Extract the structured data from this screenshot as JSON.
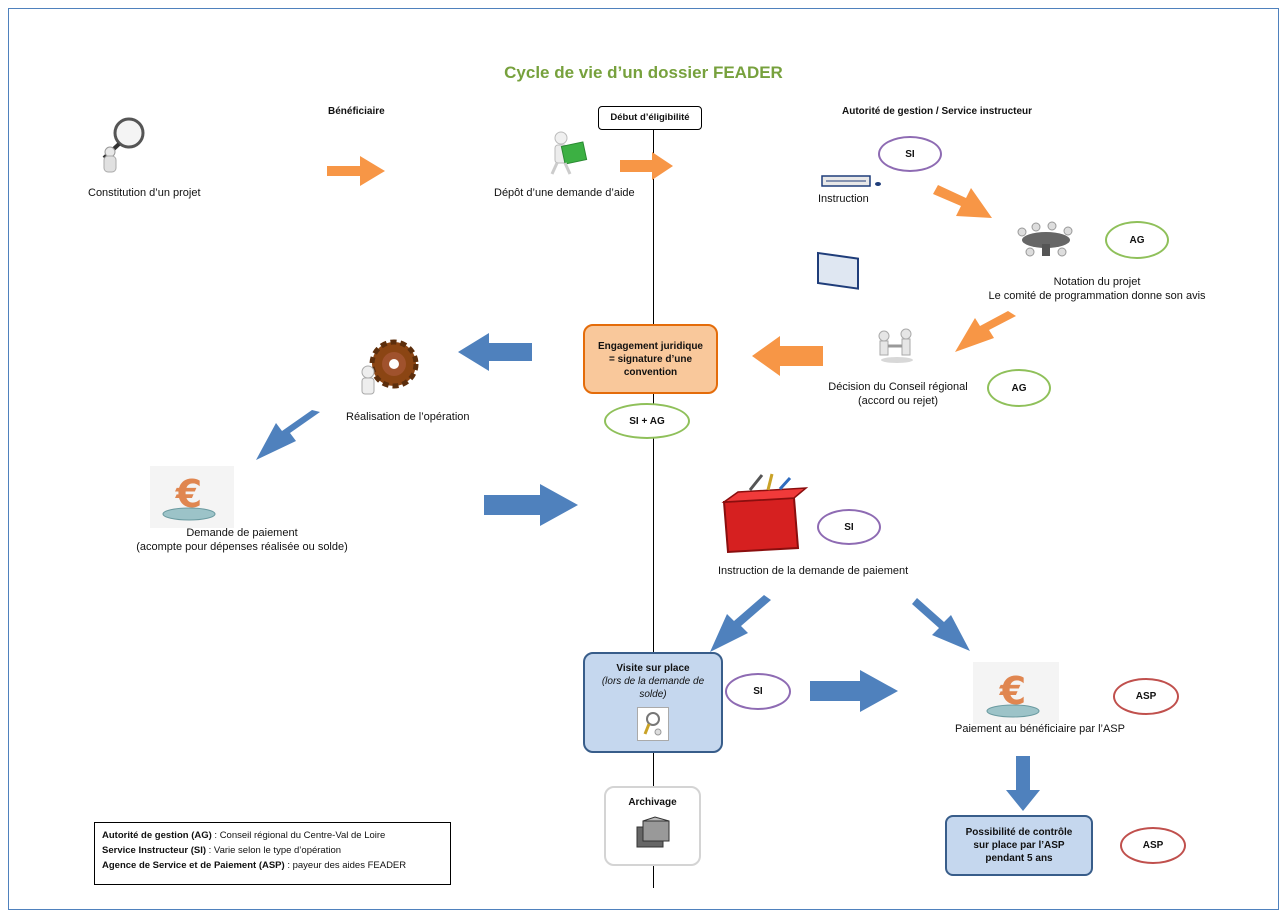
{
  "title": "Cycle de vie d’un dossier FEADER",
  "headers": {
    "beneficiaire": "Bénéficiaire",
    "autorite": "Autorité de gestion / Service instructeur",
    "debut": "Début d’éligibilité"
  },
  "steps": {
    "constitution": "Constitution d’un projet",
    "depot": "Dépôt d’une demande d’aide",
    "instruction": "Instruction",
    "notation_1": "Notation du projet",
    "notation_2": "Le comité de programmation donne son avis",
    "decision_1": "Décision du Conseil régional",
    "decision_2": "(accord ou rejet)",
    "engagement": "Engagement juridique = signature d’une convention",
    "realisation": "Réalisation de l’opération",
    "demande_paiement_1": "Demande de paiement",
    "demande_paiement_2": "(acompte pour dépenses réalisée ou solde)",
    "instruction_paiement": "Instruction de la demande de paiement",
    "visite_title": "Visite sur place",
    "visite_sub": "(lors de la demande de solde)",
    "paiement": "Paiement au bénéficiaire par l’ASP",
    "controle": "Possibilité de contrôle sur place par l’ASP pendant 5 ans",
    "archivage": "Archivage"
  },
  "badges": {
    "si_instruction": "SI",
    "ag_notation": "AG",
    "ag_decision": "AG",
    "si_ag_engagement": "SI + AG",
    "si_instruction_paiement": "SI",
    "si_visite": "SI",
    "asp_paiement": "ASP",
    "asp_controle": "ASP"
  },
  "legend": {
    "ag_term": "Autorité de gestion (AG)",
    "ag_def": " : Conseil régional du Centre-Val de Loire",
    "si_term": "Service Instructeur (SI)",
    "si_def": " : Varie selon le type d’opération",
    "asp_term": "Agence de Service et de Paiement (ASP)",
    "asp_def": " : payeur des aides FEADER"
  },
  "colors": {
    "title": "#77a13d",
    "orange_arrow": "#f79646",
    "blue_arrow": "#4f81bd",
    "engagement_fill": "#f9c89b",
    "engagement_border": "#e46c0a",
    "blue_box_fill": "#c5d7ee",
    "blue_box_border": "#385d8a",
    "oval_si": "#8e6bb3",
    "oval_ag": "#8fc05a",
    "oval_asp": "#c0504d"
  },
  "icons": [
    "magnifier-person-icon",
    "person-carrying-envelope-icon",
    "computer-icon",
    "meeting-table-icon",
    "handshake-icon",
    "gear-person-icon",
    "euro-coin-icon",
    "toolbox-icon",
    "magnifier-icon",
    "archive-folder-icon"
  ]
}
